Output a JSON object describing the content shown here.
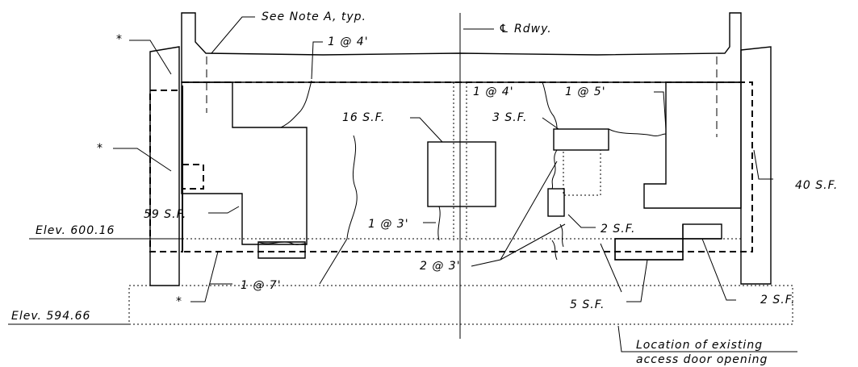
{
  "labels": {
    "see_note_a": "See Note A, typ.",
    "centerline": "℄ Rdwy.",
    "star_1": "*",
    "star_2": "*",
    "star_3": "*",
    "one_at_4_top": "1 @ 4'",
    "one_at_4_right": "1 @ 4'",
    "one_at_5": "1 @ 5'",
    "sf_16": "16 S.F.",
    "sf_3": "3 S.F.",
    "sf_40": "40 S.F.",
    "sf_59": "59 S.F.",
    "one_at_3": "1 @ 3'",
    "sf_2_mid": "2 S.F.",
    "two_at_3": "2 @ 3'",
    "one_at_7": "1 @ 7'",
    "sf_5": "5 S.F.",
    "sf_2_right": "2 S.F.",
    "elev_upper": "Elev. 600.16",
    "elev_lower": "Elev. 594.66",
    "access_line1": "Location of existing",
    "access_line2": "access door opening"
  }
}
